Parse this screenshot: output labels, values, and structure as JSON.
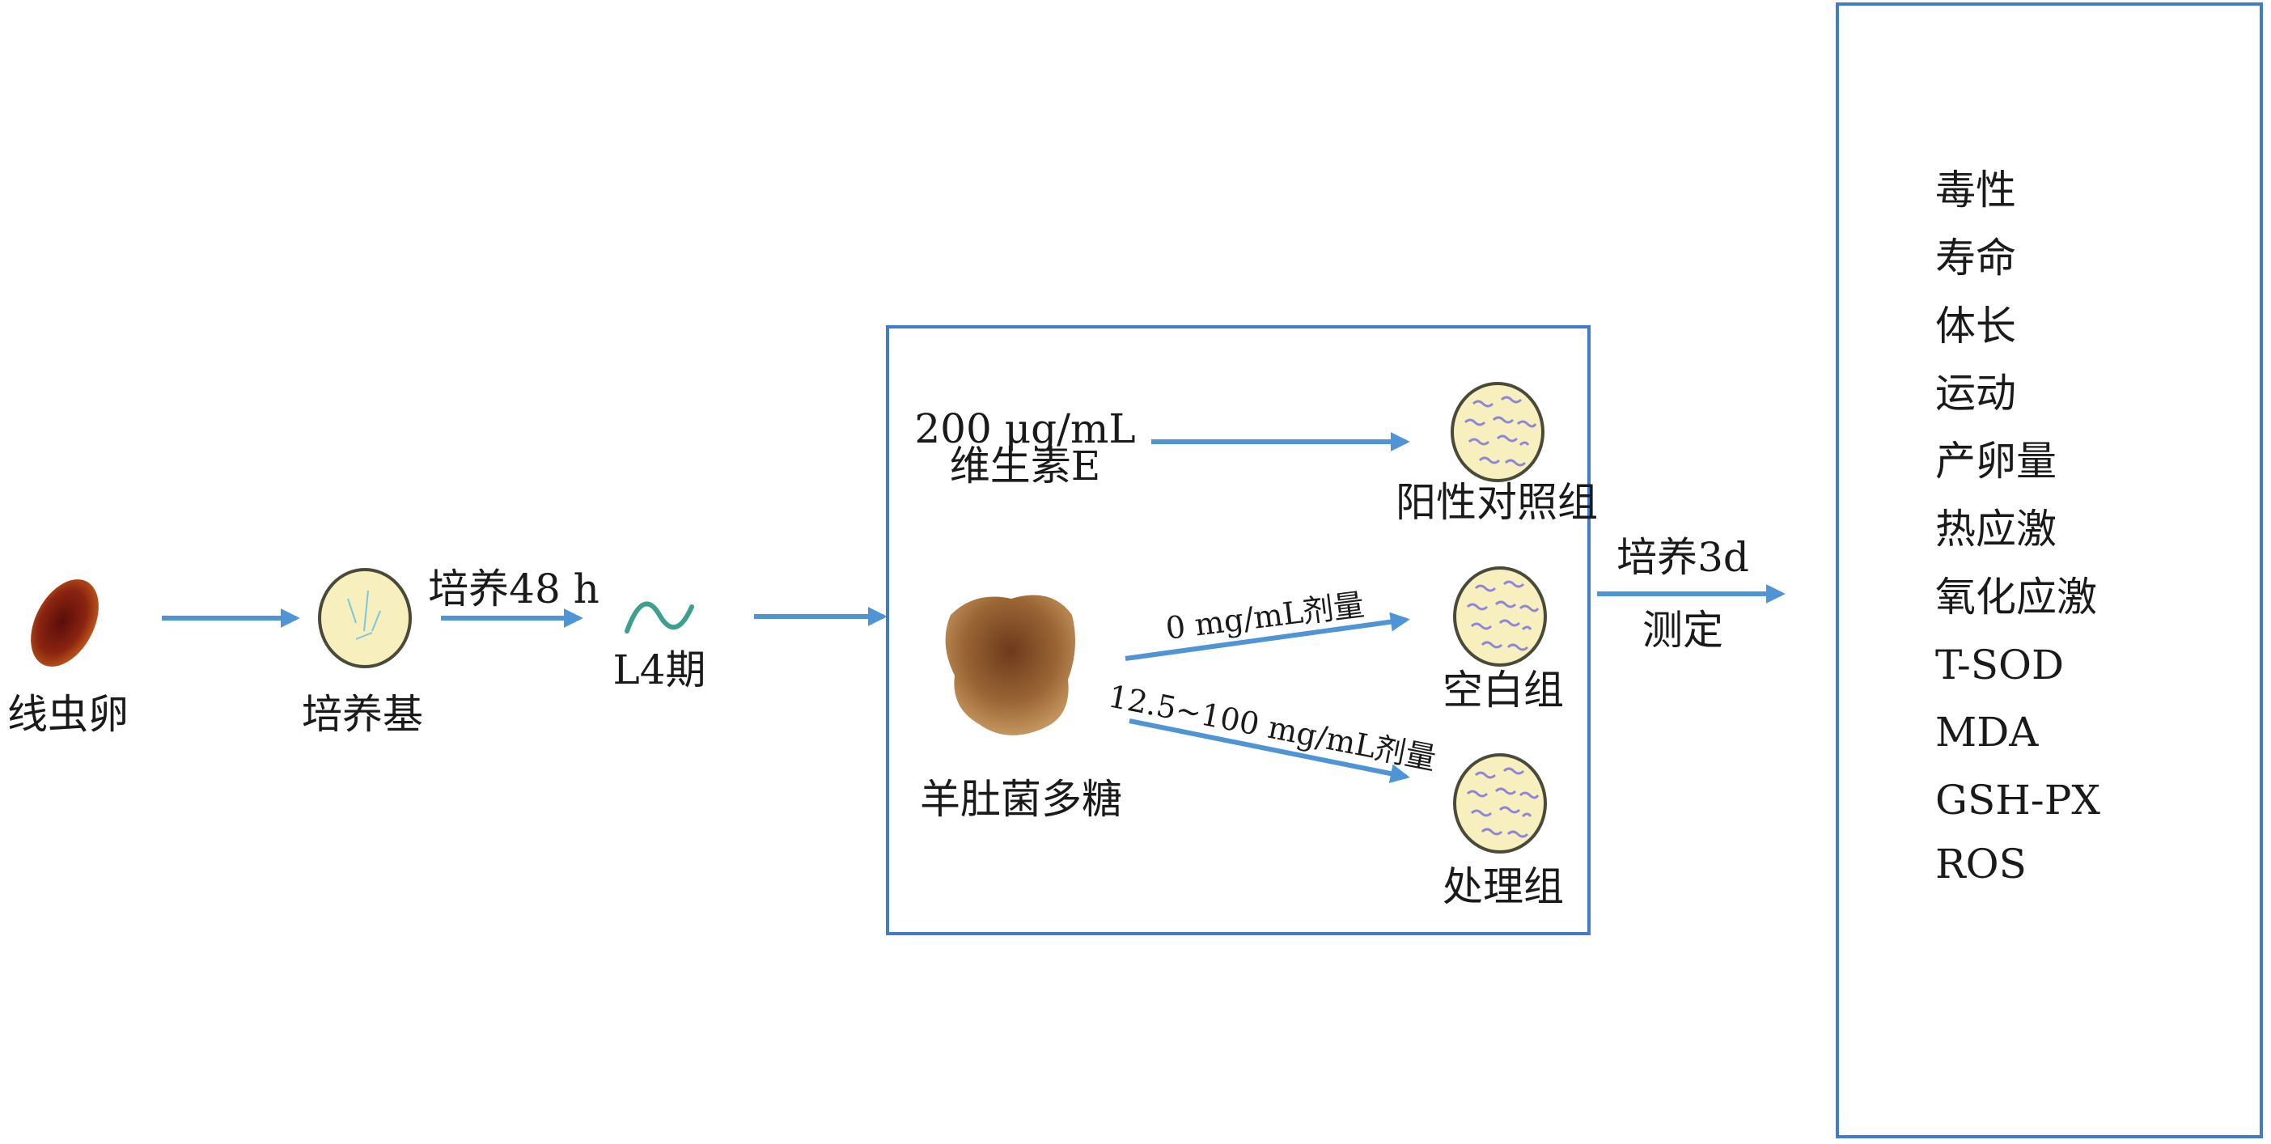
{
  "colors": {
    "arrow": "#4f95d6",
    "box": "#3f7ccc",
    "plate_fill": "#f8efbe",
    "plate_edge": "#4a4a3a",
    "worm": "#8f86d8"
  },
  "stages": {
    "egg": "线虫卵",
    "medium": "培养基",
    "culture_48h": "培养48 h",
    "l4": "L4期"
  },
  "treatment_box": {
    "vitamin_dose": "200 μg/mL",
    "vitamin_name": "维生素E",
    "polysaccharide": "羊肚菌多糖",
    "dose_zero": "0 mg/mL剂量",
    "dose_range": "12.5~100 mg/mL剂量",
    "groups": [
      "阳性对照组",
      "空白组",
      "处理组"
    ]
  },
  "culture_3d": "培养3d",
  "measure": "测定",
  "measurements": [
    "毒性",
    "寿命",
    "体长",
    "运动",
    "产卵量",
    "热应激",
    "氧化应激",
    "T-SOD",
    "MDA",
    "GSH-PX",
    "ROS"
  ]
}
